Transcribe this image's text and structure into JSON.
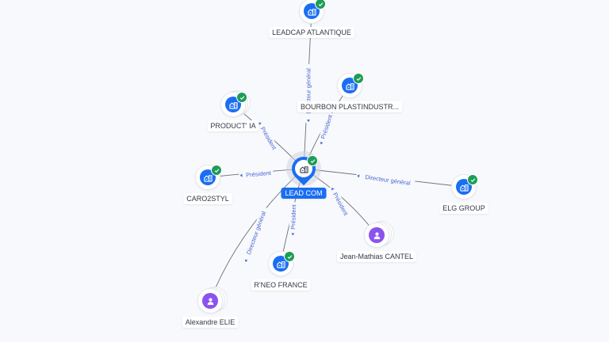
{
  "colors": {
    "company": "#1a6ef2",
    "person": "#8b52f0",
    "verified": "#1d9d57",
    "edge_label": "#4a67d6",
    "background": "#f8f9fc"
  },
  "center": {
    "id": "lead-com",
    "label": "LEAD COM",
    "icon": "building-icon",
    "verified": true
  },
  "nodes": [
    {
      "id": "leadcap",
      "label": "LEADCAP ATLANTIQUE",
      "type": "company",
      "icon": "building-icon",
      "verified": true,
      "stacked": false
    },
    {
      "id": "bourbon",
      "label": "BOURBON PLASTINDUSTR...",
      "type": "company",
      "icon": "building-icon",
      "verified": true,
      "stacked": false
    },
    {
      "id": "productia",
      "label": "PRODUCT' IA",
      "type": "company",
      "icon": "building-icon",
      "verified": true,
      "stacked": true
    },
    {
      "id": "caro2styl",
      "label": "CARO2STYL",
      "type": "company",
      "icon": "building-icon",
      "verified": true,
      "stacked": false
    },
    {
      "id": "elg",
      "label": "ELG GROUP",
      "type": "company",
      "icon": "building-icon",
      "verified": true,
      "stacked": false
    },
    {
      "id": "cantel",
      "label": "Jean-Mathias CANTEL",
      "type": "person",
      "icon": "person-icon",
      "verified": false,
      "stacked": true
    },
    {
      "id": "rneo",
      "label": "R'NEO FRANCE",
      "type": "company",
      "icon": "building-icon",
      "verified": true,
      "stacked": false
    },
    {
      "id": "elie",
      "label": "Alexandre ELIE",
      "type": "person",
      "icon": "person-icon",
      "verified": false,
      "stacked": true
    }
  ],
  "edges": [
    {
      "from": "lead-com",
      "to": "leadcap",
      "label": "Directeur général"
    },
    {
      "from": "lead-com",
      "to": "bourbon",
      "label": "Président"
    },
    {
      "from": "lead-com",
      "to": "productia",
      "label": "Président"
    },
    {
      "from": "lead-com",
      "to": "caro2styl",
      "label": "Président"
    },
    {
      "from": "lead-com",
      "to": "elg",
      "label": "Directeur général"
    },
    {
      "from": "cantel",
      "to": "lead-com",
      "label": "Président"
    },
    {
      "from": "lead-com",
      "to": "rneo",
      "label": "Président"
    },
    {
      "from": "elie",
      "to": "lead-com",
      "label": "Directeur général"
    }
  ]
}
